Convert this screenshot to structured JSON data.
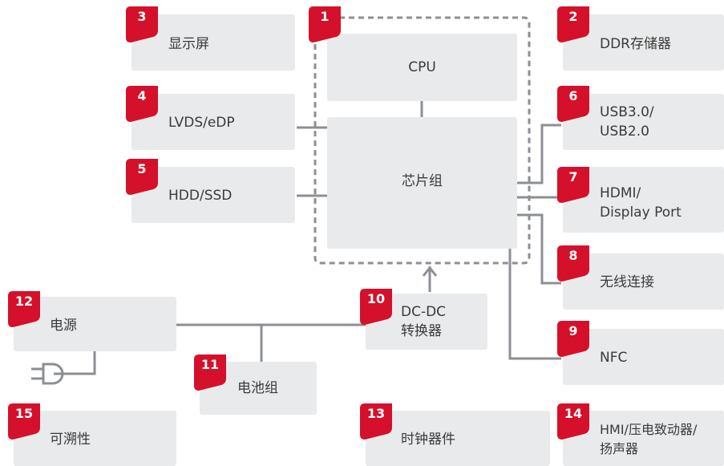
{
  "colors": {
    "accent": "#d5102a",
    "box": "#e9eaeb",
    "line": "#8c8f93"
  },
  "nodes": {
    "n1": {
      "num": "1",
      "lines": []
    },
    "cpu": {
      "lines": [
        "CPU"
      ]
    },
    "chipset": {
      "lines": [
        "芯片组"
      ]
    },
    "n2": {
      "num": "2",
      "lines": [
        "DDR存储器"
      ]
    },
    "n3": {
      "num": "3",
      "lines": [
        "显示屏"
      ]
    },
    "n4": {
      "num": "4",
      "lines": [
        "LVDS/eDP"
      ]
    },
    "n5": {
      "num": "5",
      "lines": [
        "HDD/SSD"
      ]
    },
    "n6": {
      "num": "6",
      "lines": [
        "USB3.0/",
        "USB2.0"
      ]
    },
    "n7": {
      "num": "7",
      "lines": [
        "HDMI/",
        "Display Port"
      ]
    },
    "n8": {
      "num": "8",
      "lines": [
        "无线连接"
      ]
    },
    "n9": {
      "num": "9",
      "lines": [
        "NFC"
      ]
    },
    "n10": {
      "num": "10",
      "lines": [
        "DC-DC",
        "转换器"
      ]
    },
    "n11": {
      "num": "11",
      "lines": [
        "电池组"
      ]
    },
    "n12": {
      "num": "12",
      "lines": [
        "电源"
      ]
    },
    "n13": {
      "num": "13",
      "lines": [
        "时钟器件"
      ]
    },
    "n14": {
      "num": "14",
      "lines": [
        "HMI/压电致动器/",
        "扬声器"
      ]
    },
    "n15": {
      "num": "15",
      "lines": [
        "可溯性"
      ]
    }
  }
}
